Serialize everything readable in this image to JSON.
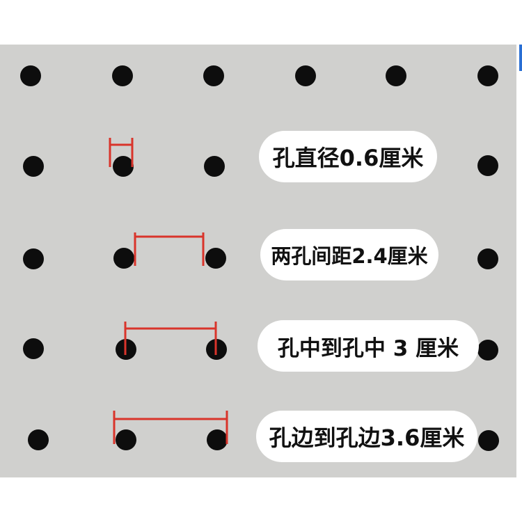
{
  "labels": {
    "hole_diameter": "孔直径0.6厘米",
    "hole_gap": "两孔间距2.4厘米",
    "center_to_center": "孔中到孔中 3  厘米",
    "edge_to_edge": "孔边到孔边3.6厘米"
  },
  "colors": {
    "board": "#d0d0ce",
    "hole": "#0d0d0d",
    "measure_line": "#d9342b",
    "label_bg": "#ffffff"
  }
}
